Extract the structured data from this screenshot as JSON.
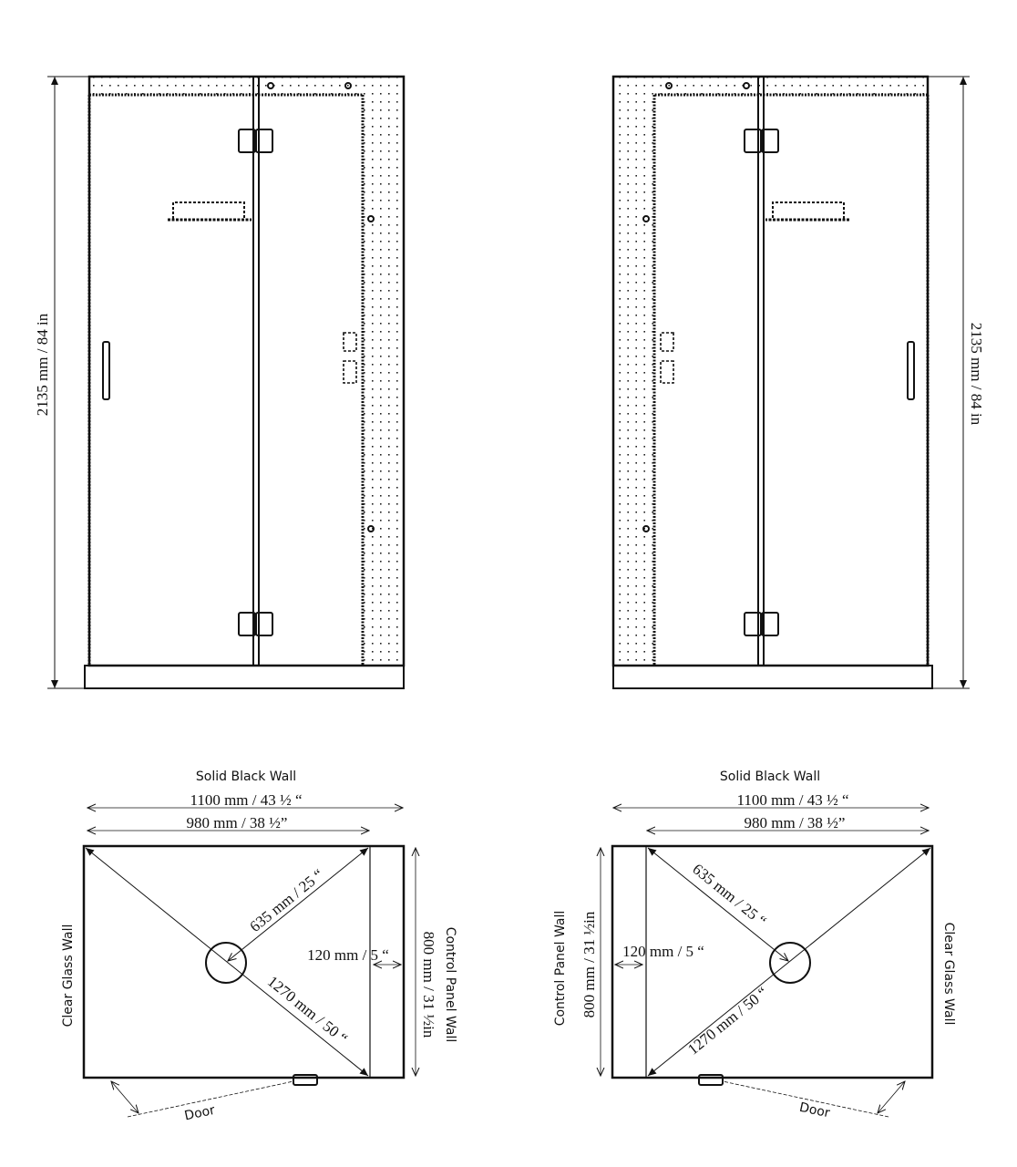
{
  "elevations": {
    "left_height_label": "2135 mm /  84 in",
    "right_height_label": "2135 mm /  84 in"
  },
  "plan_left": {
    "wall_top": "Solid Black Wall",
    "width_outer": "1100 mm / 43 ½ “",
    "width_inner": "980 mm / 38 ½”",
    "diag_short": "635 mm / 25 “",
    "diag_long": "1270 mm / 50 “",
    "panel_depth": "120 mm / 5 “",
    "depth": "800 mm / 31 ½in",
    "wall_right": "Control Panel Wall",
    "wall_left": "Clear Glass Wall",
    "door": "Door"
  },
  "plan_right": {
    "wall_top": "Solid Black Wall",
    "width_outer": "1100 mm / 43 ½ “",
    "width_inner": "980 mm / 38 ½”",
    "diag_short": "635 mm / 25 “",
    "diag_long": "1270 mm / 50 “",
    "panel_depth": "120 mm / 5 “",
    "depth": "800 mm / 31 ½in",
    "wall_left": "Control Panel Wall",
    "wall_right": "Clear Glass Wall",
    "door": "Door"
  }
}
